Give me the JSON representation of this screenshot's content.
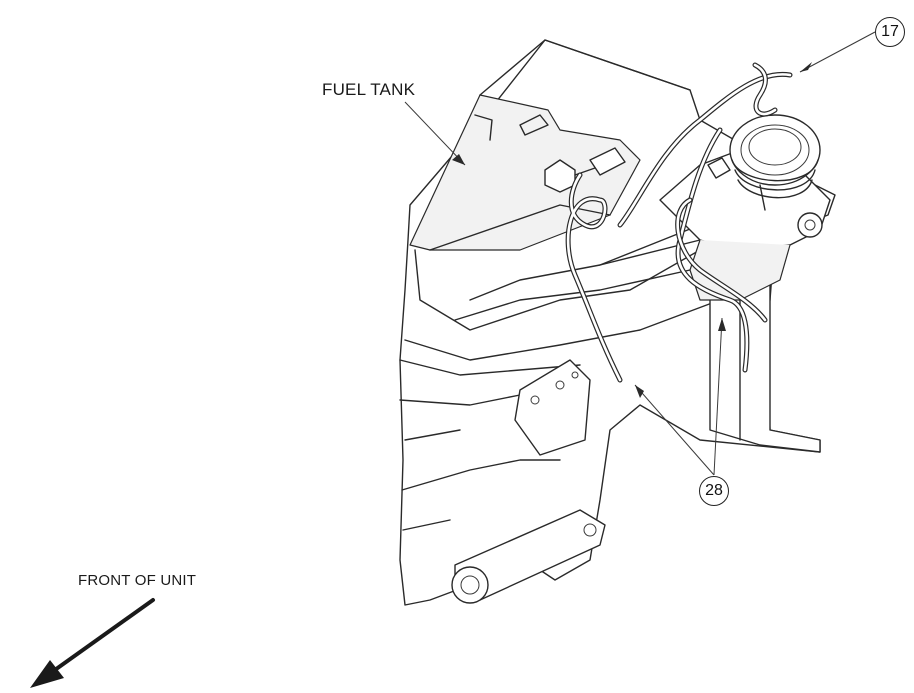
{
  "labels": {
    "fuel_tank": "FUEL TANK",
    "front_of_unit": "FRONT OF UNIT"
  },
  "callouts": {
    "c17": "17",
    "c28": "28"
  },
  "colors": {
    "line": "#2a2a2a",
    "background": "#ffffff"
  }
}
